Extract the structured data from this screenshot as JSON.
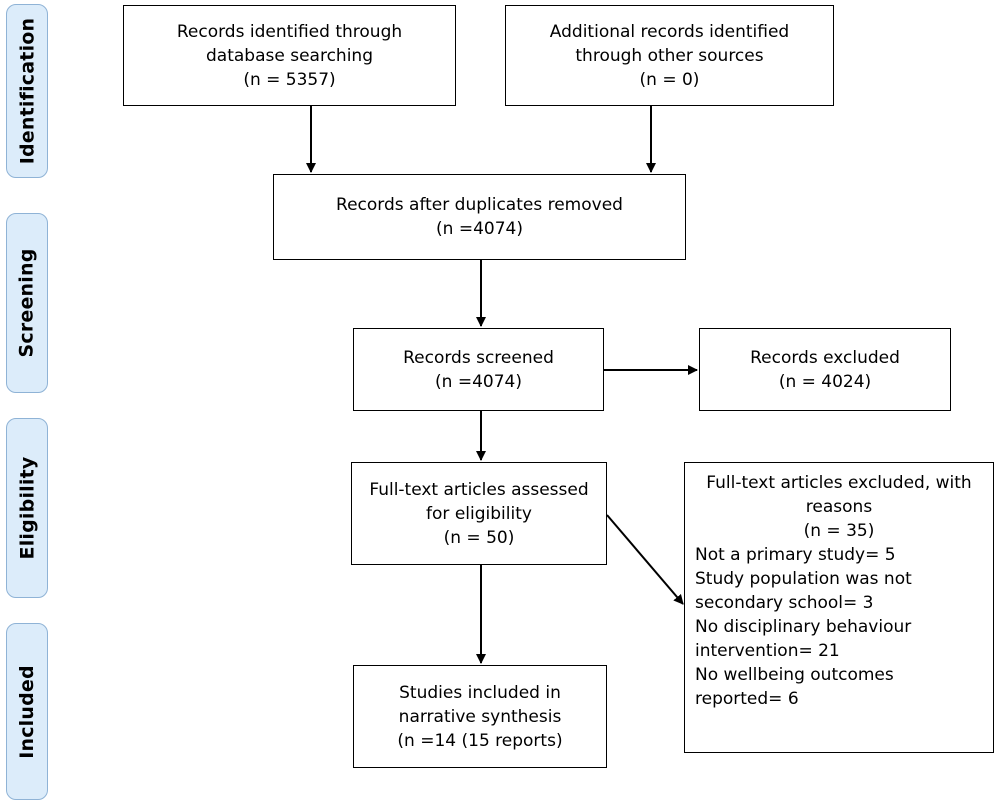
{
  "stages": {
    "identification": "Identification",
    "screening": "Screening",
    "eligibility": "Eligibility",
    "included": "Included"
  },
  "boxes": {
    "database": {
      "line1": "Records identified through",
      "line2": "database searching",
      "count": "(n = 5357)"
    },
    "other_sources": {
      "line1": "Additional records identified",
      "line2": "through other sources",
      "count": "(n =  0)"
    },
    "duplicates_removed": {
      "line1": "Records after duplicates removed",
      "count": "(n =4074)"
    },
    "screened": {
      "line1": "Records screened",
      "count": "(n =4074)"
    },
    "excluded": {
      "line1": "Records excluded",
      "count": "(n =  4024)"
    },
    "fulltext_assessed": {
      "line1": "Full-text articles assessed",
      "line2": "for eligibility",
      "count": "(n =  50)"
    },
    "fulltext_excluded": {
      "line1": "Full-text articles excluded, with",
      "line2": "reasons",
      "count": "(n =  35)",
      "reasons": [
        "Not a primary study= 5",
        "Study population was not",
        "secondary school= 3",
        "No disciplinary behaviour",
        "intervention= 21",
        "No wellbeing outcomes",
        "reported= 6"
      ]
    },
    "included": {
      "line1": "Studies included in",
      "line2": "narrative synthesis",
      "count": "(n =14 (15 reports)"
    }
  }
}
